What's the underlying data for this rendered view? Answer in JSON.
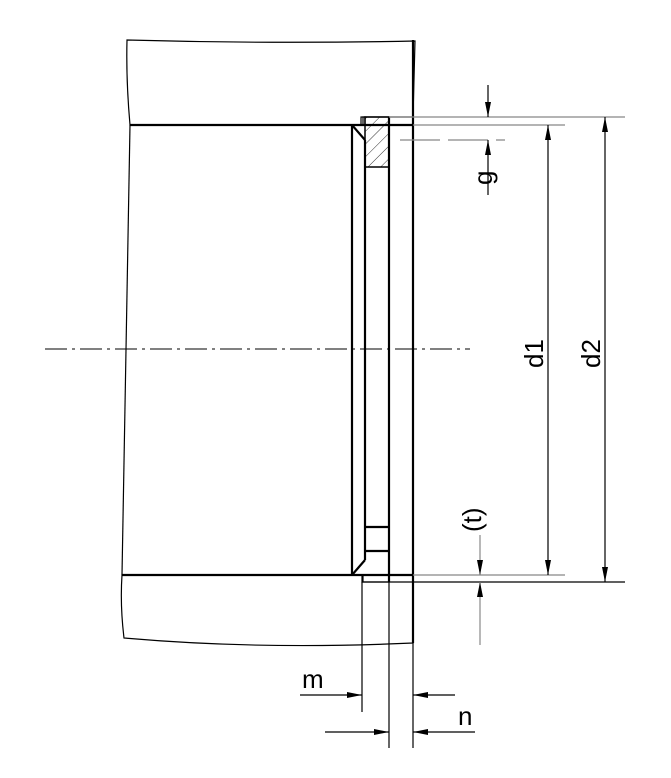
{
  "drawing": {
    "labels": {
      "g": "g",
      "d1": "d1",
      "d2": "d2",
      "t": "(t)",
      "m": "m",
      "n": "n"
    }
  }
}
